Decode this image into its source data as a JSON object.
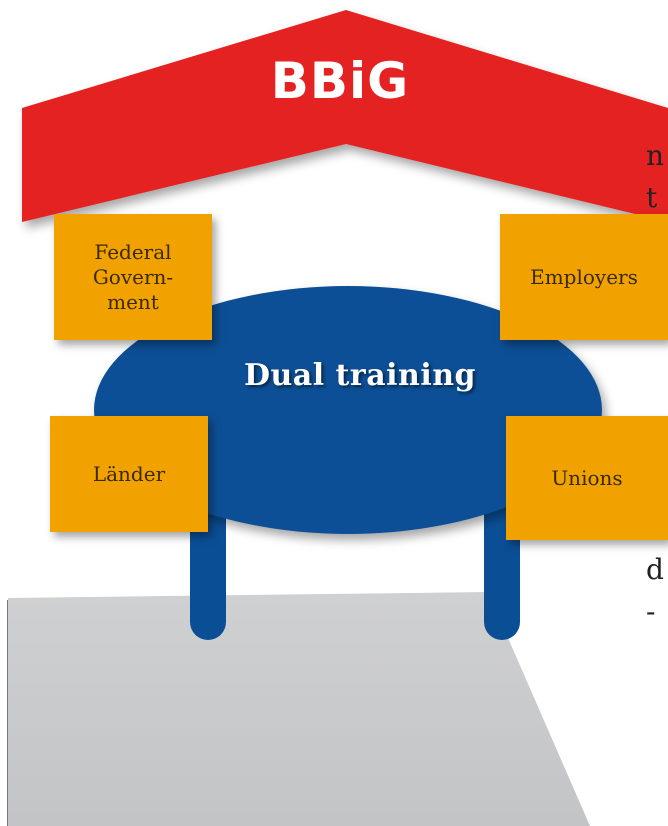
{
  "roof": {
    "label": "BBiG",
    "color": "#e52420"
  },
  "table": {
    "label": "Dual training",
    "color": "#0a4f96"
  },
  "stakeholders": {
    "federal": "Federal\nGovern-\nment",
    "employers": "Employers",
    "laender": "Länder",
    "unions": "Unions"
  },
  "box_color": "#f2a200",
  "floor_color": "#c8c9cb",
  "cropped_text": {
    "a": "n",
    "b": "t",
    "c": "d",
    "d": "-"
  }
}
